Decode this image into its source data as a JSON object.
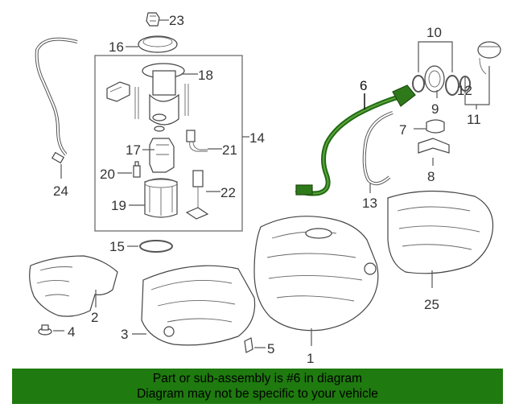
{
  "diagram": {
    "callouts": {
      "c1": "1",
      "c2": "2",
      "c3": "3",
      "c4": "4",
      "c5": "5",
      "c6": "6",
      "c7": "7",
      "c8": "8",
      "c9": "9",
      "c10": "10",
      "c11": "11",
      "c12": "12",
      "c13": "13",
      "c14": "14",
      "c15": "15",
      "c16": "16",
      "c17": "17",
      "c18": "18",
      "c19": "19",
      "c20": "20",
      "c21": "21",
      "c22": "22",
      "c23": "23",
      "c24": "24",
      "c25": "25"
    },
    "colors": {
      "highlight": "#1f6b12",
      "banner": "#1f7a0f"
    }
  },
  "banner": {
    "line1": "Part or sub-assembly is #6 in diagram",
    "line2": "Diagram may not be specific to your vehicle"
  }
}
